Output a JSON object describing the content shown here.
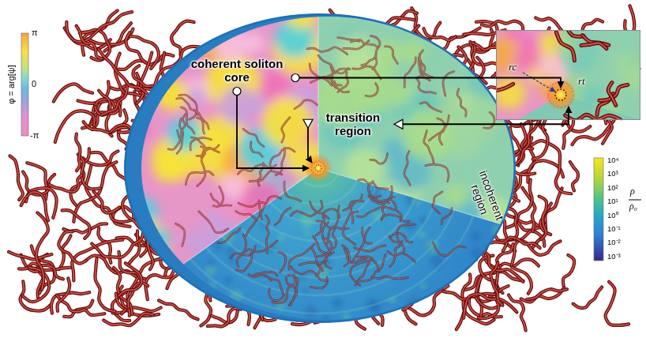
{
  "diagram": {
    "nodes": [
      {
        "text": [
          "incoherent region"
        ]
      },
      {
        "text": [
          "rc",
          "rt"
        ]
      }
    ],
    "labels": [
      "φ = arg[ψ]",
      "π",
      "0",
      "-π",
      "coherent soliton core",
      "transition region",
      "10⁴",
      "10³",
      "10²",
      "10¹",
      "10⁰",
      "10⁻¹",
      "10⁻²",
      "10⁻³",
      "ρ",
      "ρ₀"
    ]
  }
}
